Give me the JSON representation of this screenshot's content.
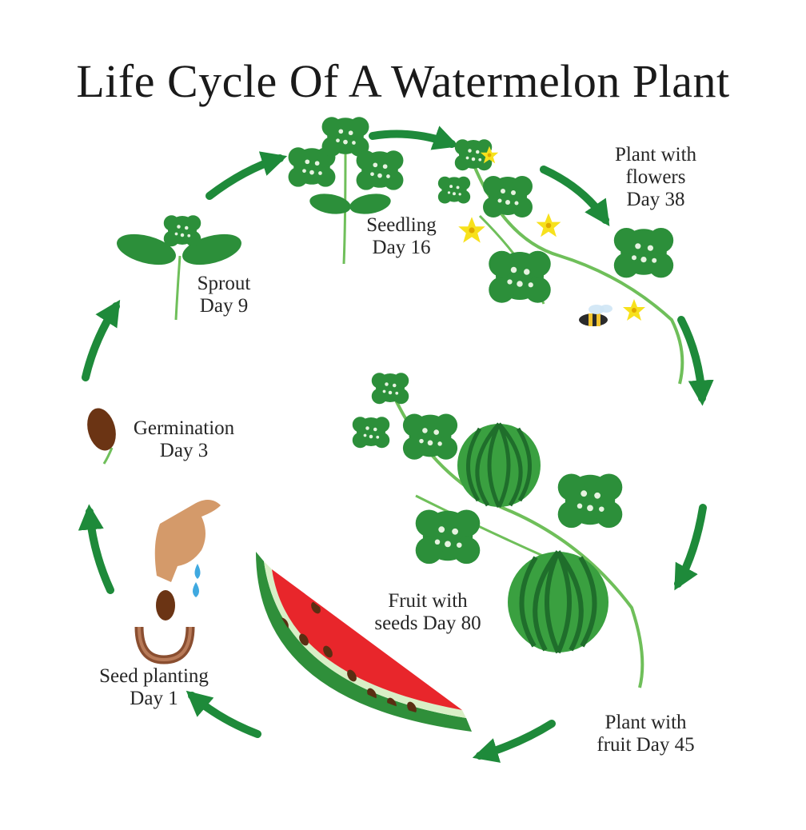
{
  "title": "Life Cycle Of A Watermelon Plant",
  "stages": {
    "seed_planting": [
      "Seed planting",
      "Day 1"
    ],
    "germination": [
      "Germination",
      "Day 3"
    ],
    "sprout": [
      "Sprout",
      "Day 9"
    ],
    "seedling": [
      "Seedling",
      "Day 16"
    ],
    "flowers": [
      "Plant with",
      "flowers",
      "Day 38"
    ],
    "fruit_plant": [
      "Plant with",
      "fruit Day 45"
    ],
    "fruit_seeds": [
      "Fruit with",
      "seeds Day 80"
    ]
  },
  "colors": {
    "arrow": "#1e8a3a",
    "leaf": "#2c8f3a",
    "leaf_dark": "#1f6e2b",
    "flower": "#f7e11c",
    "melon_flesh": "#e8262b",
    "melon_rind": "#2f8f3a",
    "seed": "#5a2e12",
    "hand": "#d49a6a",
    "water": "#3fa9e0"
  },
  "icons": [
    "cycle-arrow-icon",
    "seed-icon",
    "hand-icon",
    "water-drop-icon",
    "bee-icon",
    "flower-icon",
    "watermelon-icon",
    "watermelon-slice-icon",
    "leaf-icon"
  ]
}
